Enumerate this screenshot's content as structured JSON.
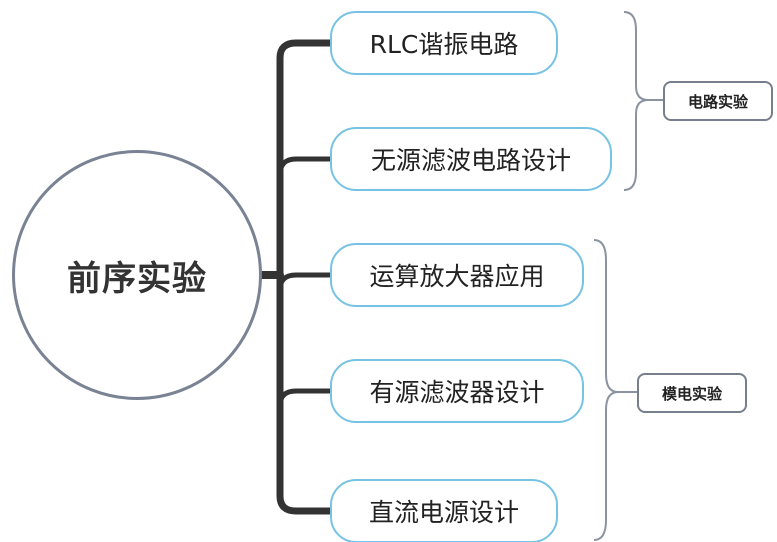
{
  "root": {
    "label": "前序实验"
  },
  "children": [
    {
      "label": "RLC谐振电路"
    },
    {
      "label": "无源滤波电路设计"
    },
    {
      "label": "运算放大器应用"
    },
    {
      "label": "有源滤波器设计"
    },
    {
      "label": "直流电源设计"
    }
  ],
  "groups": [
    {
      "label": "电路实验"
    },
    {
      "label": "模电实验"
    }
  ],
  "colors": {
    "root_border": "#7a8394",
    "child_border": "#76c3e3",
    "connector": "#333333",
    "bracket": "#8c93a0"
  }
}
